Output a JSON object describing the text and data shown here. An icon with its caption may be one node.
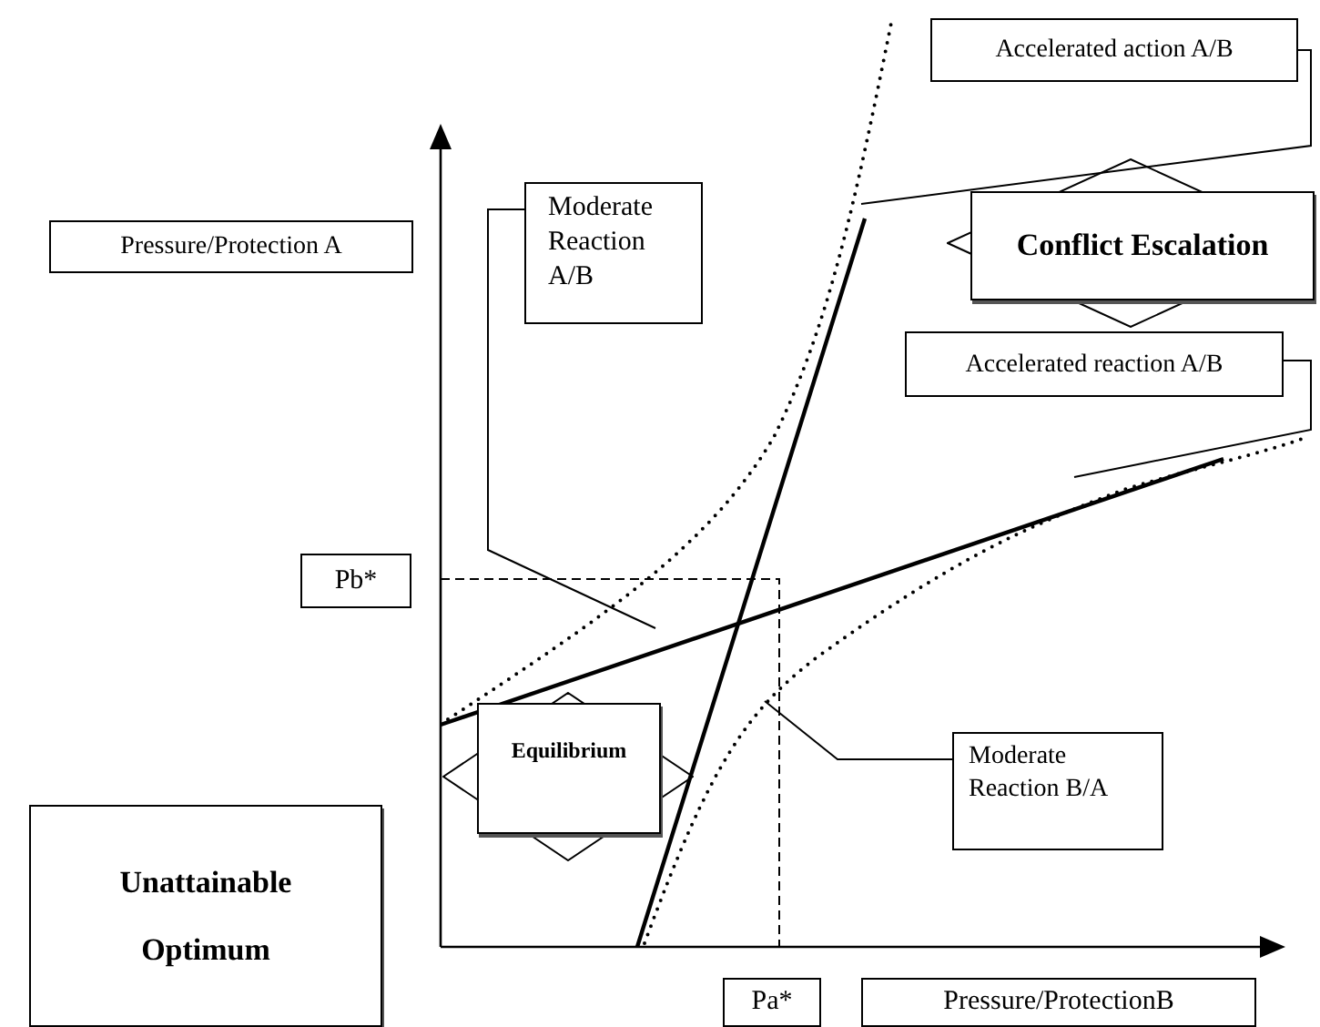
{
  "diagram": {
    "nodes": [
      {
        "text": [
          "Accelerated action  A/B"
        ]
      },
      {
        "text": [],
        "shape": "diamond"
      },
      {
        "text": [
          "Conflict Escalation"
        ],
        "in": 1
      },
      {
        "text": [
          "Accelerated reaction  A/B"
        ]
      },
      {
        "text": [
          "Pressure/Protection A"
        ]
      },
      {
        "text": [
          "Moderate Reaction A/B"
        ]
      },
      {
        "text": [
          "Pb*"
        ]
      },
      {
        "text": [],
        "shape": "diamond"
      },
      {
        "text": [
          "Equilibrium"
        ],
        "in": 7
      },
      {
        "text": [
          "Moderate Reaction B/A"
        ]
      },
      {
        "text": [
          "Unattainable Optimum"
        ]
      },
      {
        "text": [
          "Pa*"
        ]
      },
      {
        "text": [
          "Pressure/ProtectionB"
        ]
      }
    ],
    "edges": [
      {
        "from": 0,
        "to": null,
        "arrow": "none"
      },
      {
        "from": 3,
        "to": null,
        "arrow": "none"
      },
      {
        "from": 5,
        "to": null,
        "arrow": "none"
      },
      {
        "from": 9,
        "to": null,
        "arrow": "none"
      }
    ]
  }
}
